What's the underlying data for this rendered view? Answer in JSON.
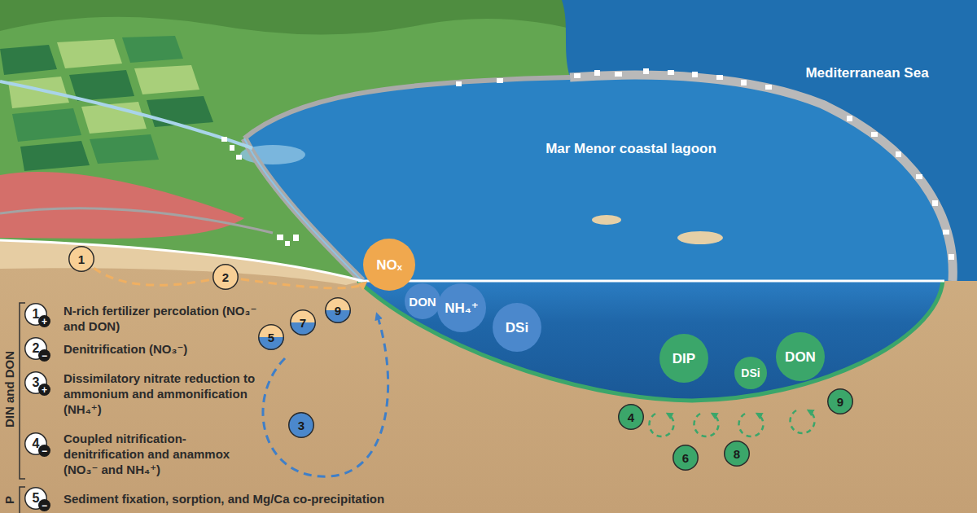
{
  "diagram": {
    "nodes": [
      {
        "text": [
          "1"
        ]
      },
      {
        "text": [
          "2"
        ]
      },
      {
        "text": [
          "NOₓ"
        ]
      },
      {
        "text": [
          "9"
        ]
      },
      {
        "text": [
          "7"
        ]
      },
      {
        "text": [
          "5"
        ]
      },
      {
        "text": [
          "DON"
        ]
      },
      {
        "text": [
          "NH₄⁺"
        ]
      },
      {
        "text": [
          "DSi"
        ]
      },
      {
        "text": [
          "3"
        ]
      },
      {
        "text": [
          "DIP"
        ]
      },
      {
        "text": [
          "DSi"
        ]
      },
      {
        "text": [
          "DON"
        ]
      },
      {
        "text": [
          "4"
        ]
      },
      {
        "text": [
          "9"
        ]
      },
      {
        "text": [
          "6"
        ]
      },
      {
        "text": [
          "8"
        ]
      },
      {
        "text": [
          "1",
          "N-rich fertilizer percolation (NO₃⁻ and DON)"
        ]
      },
      {
        "text": [
          "+"
        ],
        "in": 17
      },
      {
        "text": [
          "2",
          "Denitrification (NO₃⁻)"
        ]
      },
      {
        "text": [
          "−"
        ],
        "in": 19
      },
      {
        "text": [
          "3",
          "Dissimilatory nitrate reduction to ammonium and ammonification (NH₄⁺)"
        ]
      },
      {
        "text": [
          "+"
        ],
        "in": 21
      },
      {
        "text": [
          "4",
          "Coupled nitrification-denitrification and anammox (NO₃⁻ and NH₄⁺)"
        ]
      },
      {
        "text": [
          "−"
        ],
        "in": 23
      },
      {
        "text": [
          "5",
          "Sediment fixation, sorption, and Mg/Ca co-precipitation"
        ]
      },
      {
        "text": [
          "−"
        ],
        "in": 25
      }
    ],
    "edges": [
      {
        "from": 0,
        "to": 1,
        "arrow": "none"
      },
      {
        "from": 1,
        "to": 2,
        "arrow": "to"
      }
    ],
    "labels": [
      "Mediterranean Sea",
      "Mar Menor coastal lagoon",
      "DIN and DON",
      "P"
    ]
  }
}
